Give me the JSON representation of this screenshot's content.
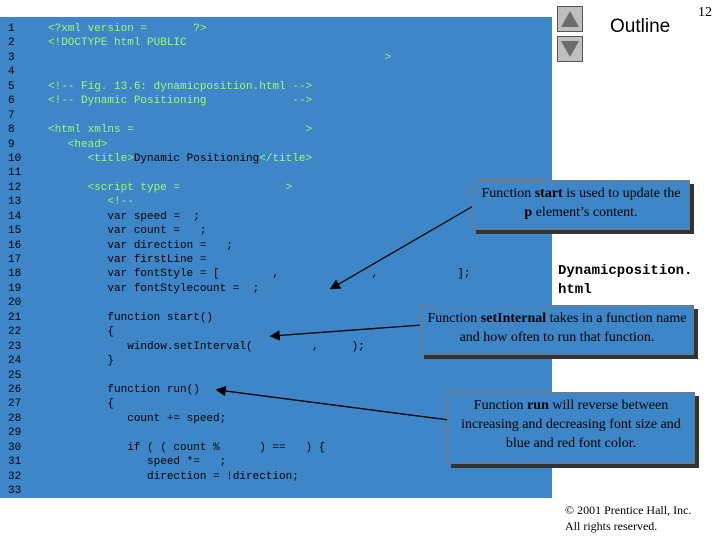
{
  "line_numbers": [
    "1",
    "2",
    "3",
    "4",
    "5",
    "6",
    "7",
    "8",
    "9",
    "10",
    "11",
    "12",
    "13",
    "14",
    "15",
    "16",
    "17",
    "18",
    "19",
    "20",
    "21",
    "22",
    "23",
    "24",
    "25",
    "26",
    "27",
    "28",
    "29",
    "30",
    "31",
    "32",
    "33"
  ],
  "code_lines": [
    {
      "text": "<?xml version =       ?>",
      "color": "green"
    },
    {
      "text": "<!DOCTYPE html PUBLIC",
      "color": "green"
    },
    {
      "text": "                                                   >",
      "color": "green"
    },
    {
      "text": "",
      "color": "green"
    },
    {
      "text": "<!-- Fig. 13.6: dynamicposition.html -->",
      "color": "green"
    },
    {
      "text": "<!-- Dynamic Positioning             -->",
      "color": "green"
    },
    {
      "text": "",
      "color": "green"
    },
    {
      "text": "<html xmlns =                          >",
      "color": "green"
    },
    {
      "text": "   <head>",
      "color": "green"
    },
    {
      "text": "      <title>Dynamic Positioning</title>",
      "color": "mixed"
    },
    {
      "text": "",
      "color": "green"
    },
    {
      "text": "      <script type =                >",
      "color": "green"
    },
    {
      "text": "         <!--",
      "color": "green"
    },
    {
      "text": "         var speed =  ;",
      "color": "black"
    },
    {
      "text": "         var count =   ;",
      "color": "black"
    },
    {
      "text": "         var direction =   ;",
      "color": "black"
    },
    {
      "text": "         var firstLine =",
      "color": "black"
    },
    {
      "text": "         var fontStyle = [        ,              ,            ];",
      "color": "black"
    },
    {
      "text": "         var fontStylecount =  ;",
      "color": "black"
    },
    {
      "text": "",
      "color": "black"
    },
    {
      "text": "         function start()",
      "color": "black"
    },
    {
      "text": "         {",
      "color": "black"
    },
    {
      "text": "            window.setInterval(         ,     );",
      "color": "black"
    },
    {
      "text": "         }",
      "color": "black"
    },
    {
      "text": "",
      "color": "black"
    },
    {
      "text": "         function run()",
      "color": "black"
    },
    {
      "text": "         {",
      "color": "black"
    },
    {
      "text": "            count += speed;",
      "color": "black"
    },
    {
      "text": "",
      "color": "black"
    },
    {
      "text": "            if ( ( count %      ) ==   ) {",
      "color": "black"
    },
    {
      "text": "               speed *=   ;",
      "color": "black"
    },
    {
      "text": "               direction = !direction;",
      "color": "black"
    },
    {
      "text": "",
      "color": "black"
    }
  ],
  "title_segments": [
    "      <title>",
    "Dynamic Positioning",
    "</title>"
  ],
  "outline_label": "Outline",
  "page_number": "12",
  "side_label": [
    "Dynamicposition.",
    "html"
  ],
  "callouts": [
    {
      "parts": [
        {
          "t": "Function "
        },
        {
          "t": "start",
          "b": true
        },
        {
          "t": " is used to update the "
        },
        {
          "t": "p",
          "b": true
        },
        {
          "t": " element’s content."
        }
      ]
    },
    {
      "parts": [
        {
          "t": "Function "
        },
        {
          "t": "setInternal",
          "b": true
        },
        {
          "t": " takes in a function name and how often to run that function."
        }
      ]
    },
    {
      "parts": [
        {
          "t": "Function "
        },
        {
          "t": "run",
          "b": true
        },
        {
          "t": " will reverse between increasing and decreasing font size and blue and red font color."
        }
      ]
    }
  ],
  "copyright": [
    "© 2001 Prentice Hall, Inc.",
    "All rights reserved."
  ]
}
